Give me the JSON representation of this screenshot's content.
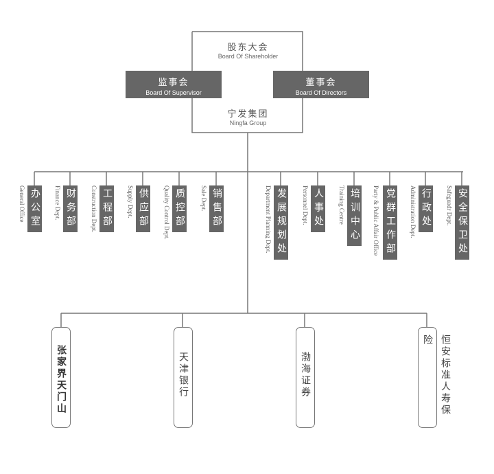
{
  "board": {
    "shareholder_cn": "股东大会",
    "shareholder_en": "Board Of Shareholder",
    "supervisor_cn": "监事会",
    "supervisor_en": "Board Of Supervisor",
    "directors_cn": "董事会",
    "directors_en": "Board Of Directors",
    "group_cn": "宁发集团",
    "group_en": "Ningfa Group"
  },
  "departments": [
    {
      "cn": "办公室",
      "en": "General Office"
    },
    {
      "cn": "财务部",
      "en": "Finance Dept."
    },
    {
      "cn": "工程部",
      "en": "Construction Dept."
    },
    {
      "cn": "供应部",
      "en": "Supply Dept."
    },
    {
      "cn": "质控部",
      "en": "Quality Control Dept."
    },
    {
      "cn": "销售部",
      "en": "Sale Dept."
    },
    {
      "cn": "发展规划处",
      "en": "Department Planning Dept."
    },
    {
      "cn": "人事处",
      "en": "Personnel Dept."
    },
    {
      "cn": "培训中心",
      "en": "Training Centre"
    },
    {
      "cn": "党群工作部",
      "en": "Party & Public Affair Office"
    },
    {
      "cn": "行政处",
      "en": "Administration Dept."
    },
    {
      "cn": "安全保卫处",
      "en": "Safeguadr Dept."
    }
  ],
  "subsidiaries": [
    {
      "name": "张家界天门山"
    },
    {
      "name": "天津银行"
    },
    {
      "name": "渤海证券"
    },
    {
      "name": "恒安标准人寿保险"
    }
  ],
  "colors": {
    "dark_box": "#666666",
    "line": "#777777"
  }
}
